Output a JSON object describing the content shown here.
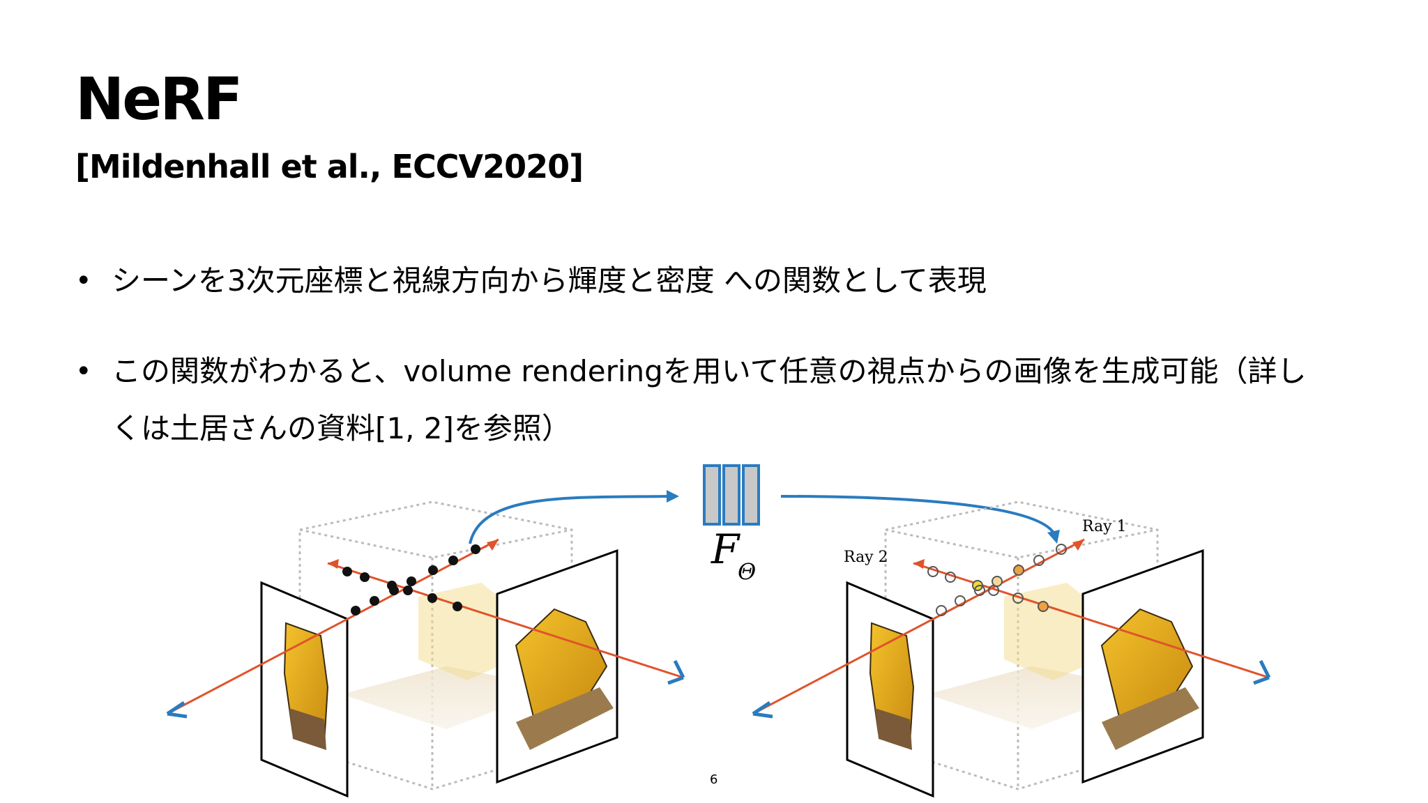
{
  "slide": {
    "title": "NeRF",
    "subtitle": "[Mildenhall et al.,  ECCV2020]",
    "bullets": [
      "シーンを3次元座標と視線方向から輝度と密度 への関数として表現",
      "この関数がわかると、volume renderingを用いて任意の視点からの画像を生成可能（詳しくは土居さんの資料[1, 2]を参照）"
    ],
    "page_number": "6"
  },
  "figure": {
    "network_label": "F",
    "network_subscript": "Θ",
    "ray1_label": "Ray 1",
    "ray2_label": "Ray 2",
    "colors": {
      "ray": "#e0532b",
      "arrow_blue": "#2a7bbf",
      "net_fill": "#c8c8c8",
      "sample_dark": "#111111",
      "sample_yellow": "#eddc3a",
      "sample_orange": "#f0a040"
    }
  }
}
